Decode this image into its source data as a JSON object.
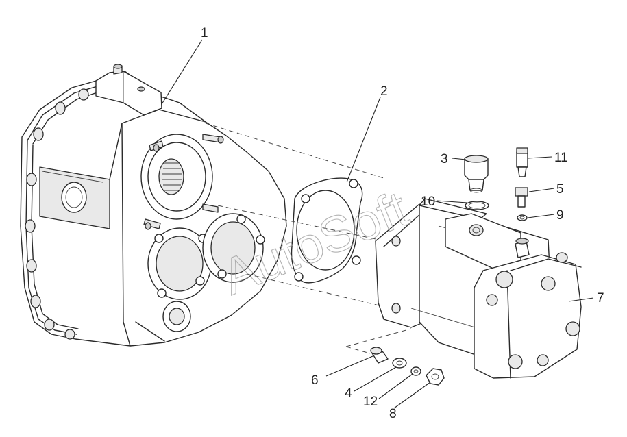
{
  "diagram": {
    "type": "exploded-parts-view",
    "watermark": "AutoSoft",
    "callouts": [
      {
        "id": "part-1",
        "label": "1"
      },
      {
        "id": "part-2",
        "label": "2"
      },
      {
        "id": "part-3",
        "label": "3"
      },
      {
        "id": "part-4",
        "label": "4"
      },
      {
        "id": "part-5",
        "label": "5"
      },
      {
        "id": "part-6",
        "label": "6"
      },
      {
        "id": "part-7",
        "label": "7"
      },
      {
        "id": "part-8",
        "label": "8"
      },
      {
        "id": "part-9",
        "label": "9"
      },
      {
        "id": "part-10",
        "label": "10"
      },
      {
        "id": "part-11",
        "label": "11"
      },
      {
        "id": "part-12",
        "label": "12"
      }
    ]
  }
}
